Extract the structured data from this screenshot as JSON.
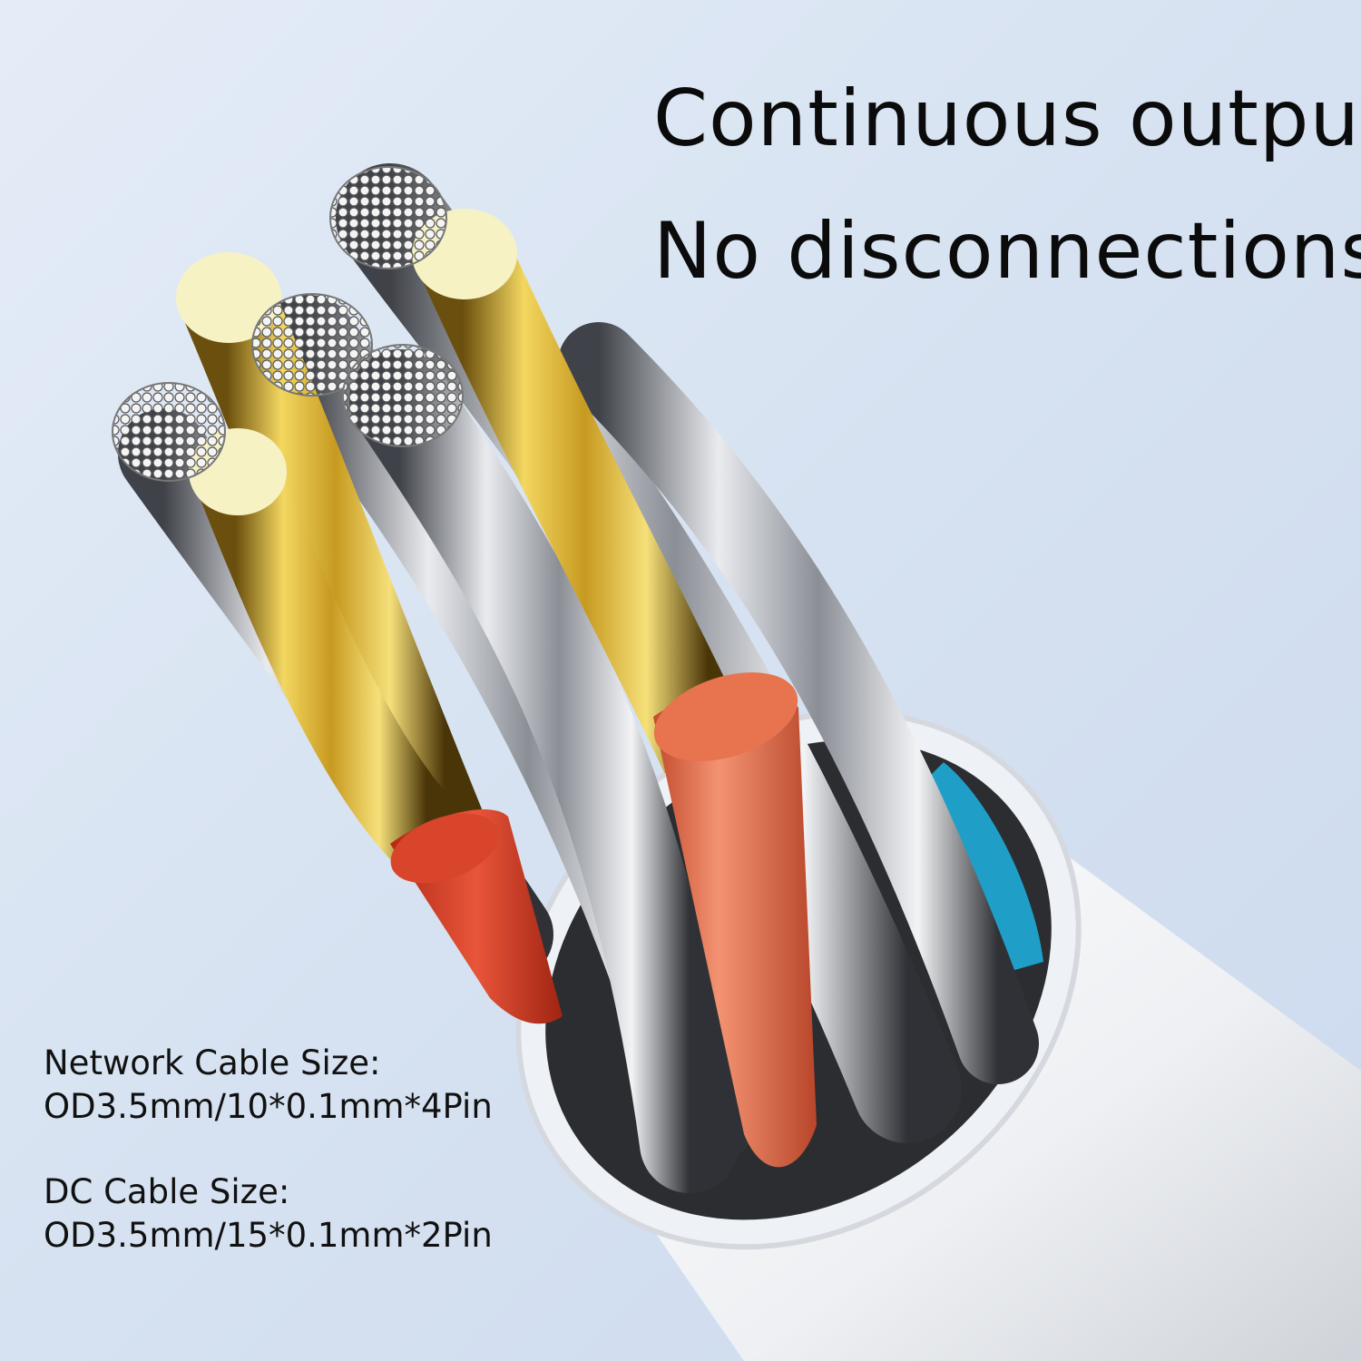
{
  "headline": {
    "line1": "Continuous output",
    "line2": "No disconnections"
  },
  "specs": {
    "network": {
      "label": "Network Cable Size:",
      "value": "OD3.5mm/10*0.1mm*4Pin"
    },
    "dc": {
      "label": "DC Cable Size:",
      "value": "OD3.5mm/15*0.1mm*2Pin"
    }
  },
  "colors": {
    "background": "#d9e4f3",
    "gold_conductor": "#c9a227",
    "silver_strand": "#a8acb3",
    "red_insulation": "#d9452b",
    "orange_insulation": "#e8734f",
    "blue_insulation": "#1f9fc8",
    "white_jacket": "#f5f5f5"
  }
}
